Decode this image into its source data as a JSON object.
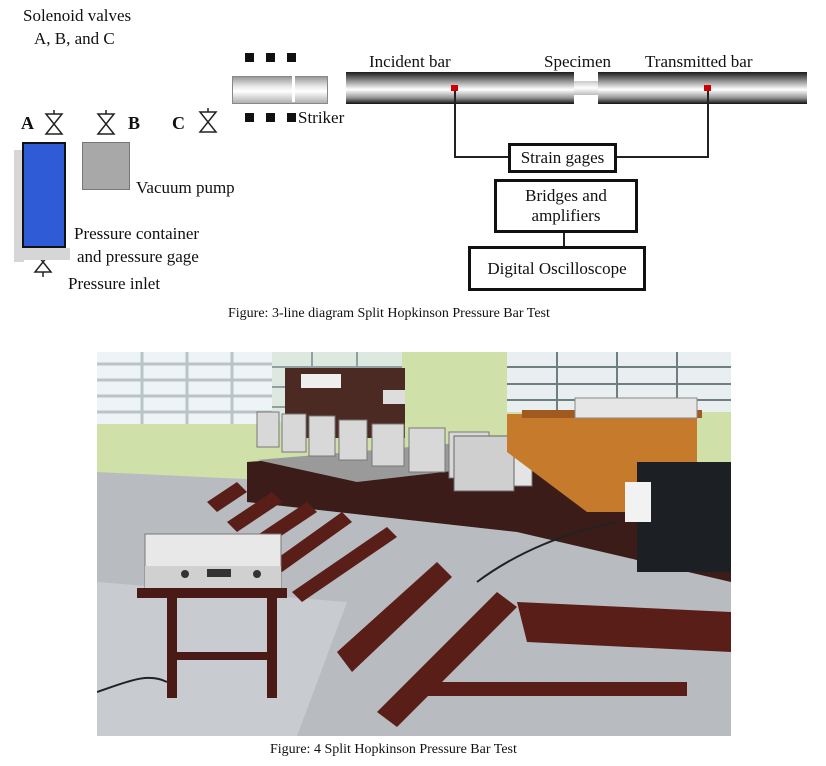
{
  "diagram": {
    "title_line1": "Solenoid valves",
    "title_line2": "A, B, and C",
    "valve_a": "A",
    "valve_b": "B",
    "valve_c": "C",
    "striker": "Striker",
    "incident_bar": "Incident bar",
    "specimen": "Specimen",
    "transmitted_bar": "Transmitted bar",
    "strain_gages": "Strain gages",
    "bridges_line1": "Bridges and",
    "bridges_line2": "amplifiers",
    "oscilloscope": "Digital Oscilloscope",
    "vacuum_pump": "Vacuum pump",
    "pressure_container_line1": "Pressure container",
    "pressure_container_line2": "and pressure gage",
    "pressure_inlet": "Pressure inlet",
    "colors": {
      "container": "#2f5bd6",
      "gage_mark": "#cc0000",
      "pump": "#a8a8a8"
    }
  },
  "captions": {
    "figure3": "Figure: 3-line diagram Split Hopkinson Pressure Bar Test",
    "figure4": "Figure: 4 Split Hopkinson Pressure Bar Test"
  }
}
